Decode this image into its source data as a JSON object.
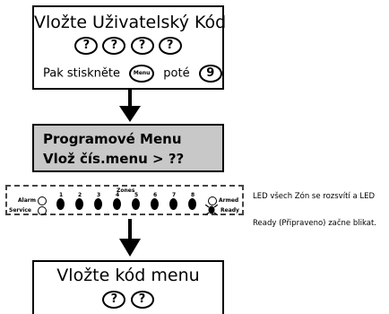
{
  "step1": {
    "title": "Vložte Uživatelský Kód",
    "code_keys": [
      "?",
      "?",
      "?",
      "?"
    ],
    "line": {
      "prefix": "Pak stiskněte",
      "menu_key": "Menu",
      "middle": "poté",
      "digit_key": "9"
    }
  },
  "lcd": {
    "line1": "Programové Menu",
    "line2": "Vlož čís.menu > ??"
  },
  "panel": {
    "zones_label": "Zones",
    "zone_numbers": [
      "1",
      "2",
      "3",
      "4",
      "5",
      "6",
      "7",
      "8"
    ],
    "alarm_label": "Alarm",
    "service_label": "Service",
    "armed_label": "Armed",
    "ready_label": "Ready"
  },
  "note": {
    "line1": "LED všech Zón se rozsvítí a LED",
    "line2": "Ready (Připraveno) začne blikat."
  },
  "step3": {
    "title": "Vložte kód menu",
    "code_keys": [
      "?",
      "?"
    ]
  }
}
